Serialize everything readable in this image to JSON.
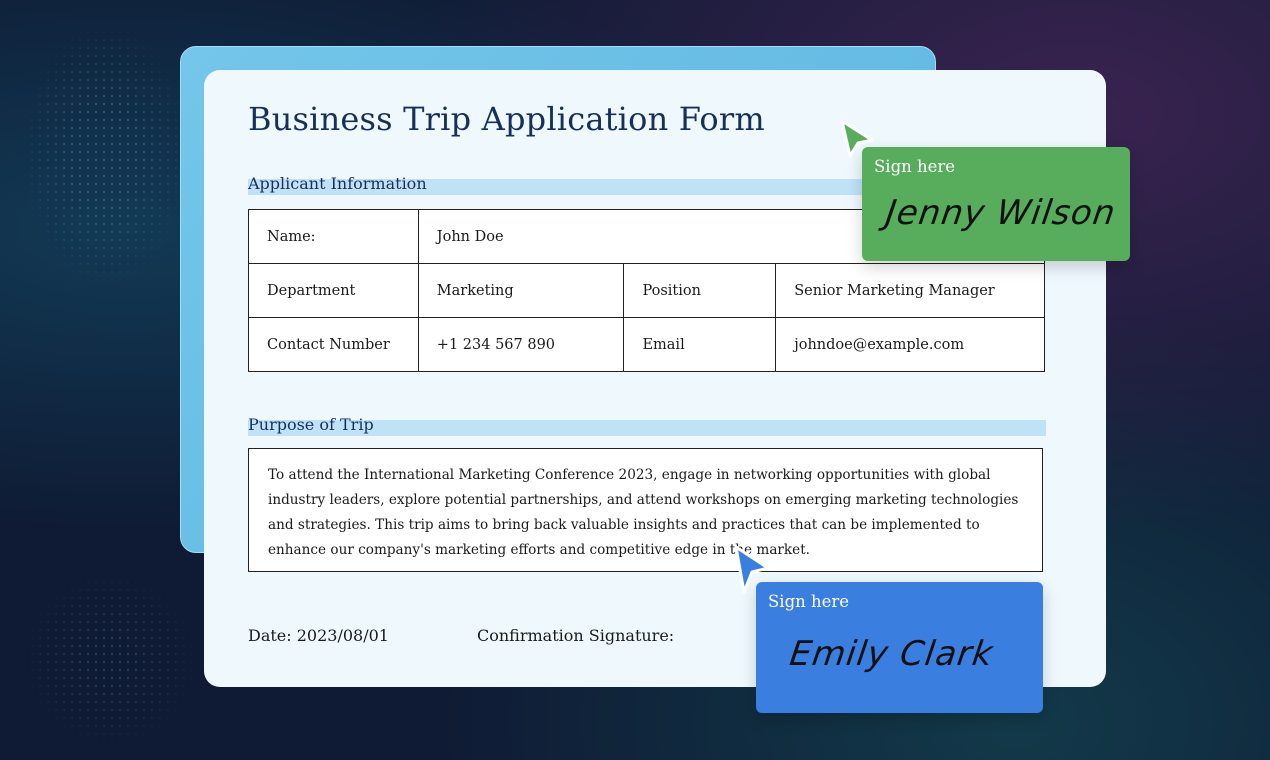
{
  "form": {
    "title": "Business Trip Application Form",
    "applicant_section": "Applicant Information",
    "purpose_section": "Purpose of Trip",
    "fields": {
      "name_label": "Name:",
      "name_value": "John Doe",
      "department_label": "Department",
      "department_value": "Marketing",
      "position_label": "Position",
      "position_value": "Senior Marketing Manager",
      "contact_label": "Contact Number",
      "contact_value": "+1 234 567 890",
      "email_label": "Email",
      "email_value": "johndoe@example.com"
    },
    "purpose_text": "To attend the International Marketing Conference 2023, engage in networking opportunities with global industry leaders, explore potential partnerships, and attend workshops on emerging marketing technologies and strategies. This trip aims to bring back valuable insights and practices that can be implemented to enhance our company's marketing efforts and competitive edge in the market.",
    "date_label": "Date: 2023/08/01",
    "signature_label": "Confirmation Signature:"
  },
  "sign_boxes": [
    {
      "label": "Sign here",
      "signature": "Jenny Wilson",
      "color": "#57ad5b",
      "cursor_color": "#57ad5b"
    },
    {
      "label": "Sign here",
      "signature": "Emily Clark",
      "color": "#3a7ee0",
      "cursor_color": "#3a7ee0"
    }
  ],
  "colors": {
    "title": "#17305a",
    "section_highlight": "#bfe2f7",
    "sheet": "#eef8fd",
    "back_card": "#5ab4df"
  }
}
